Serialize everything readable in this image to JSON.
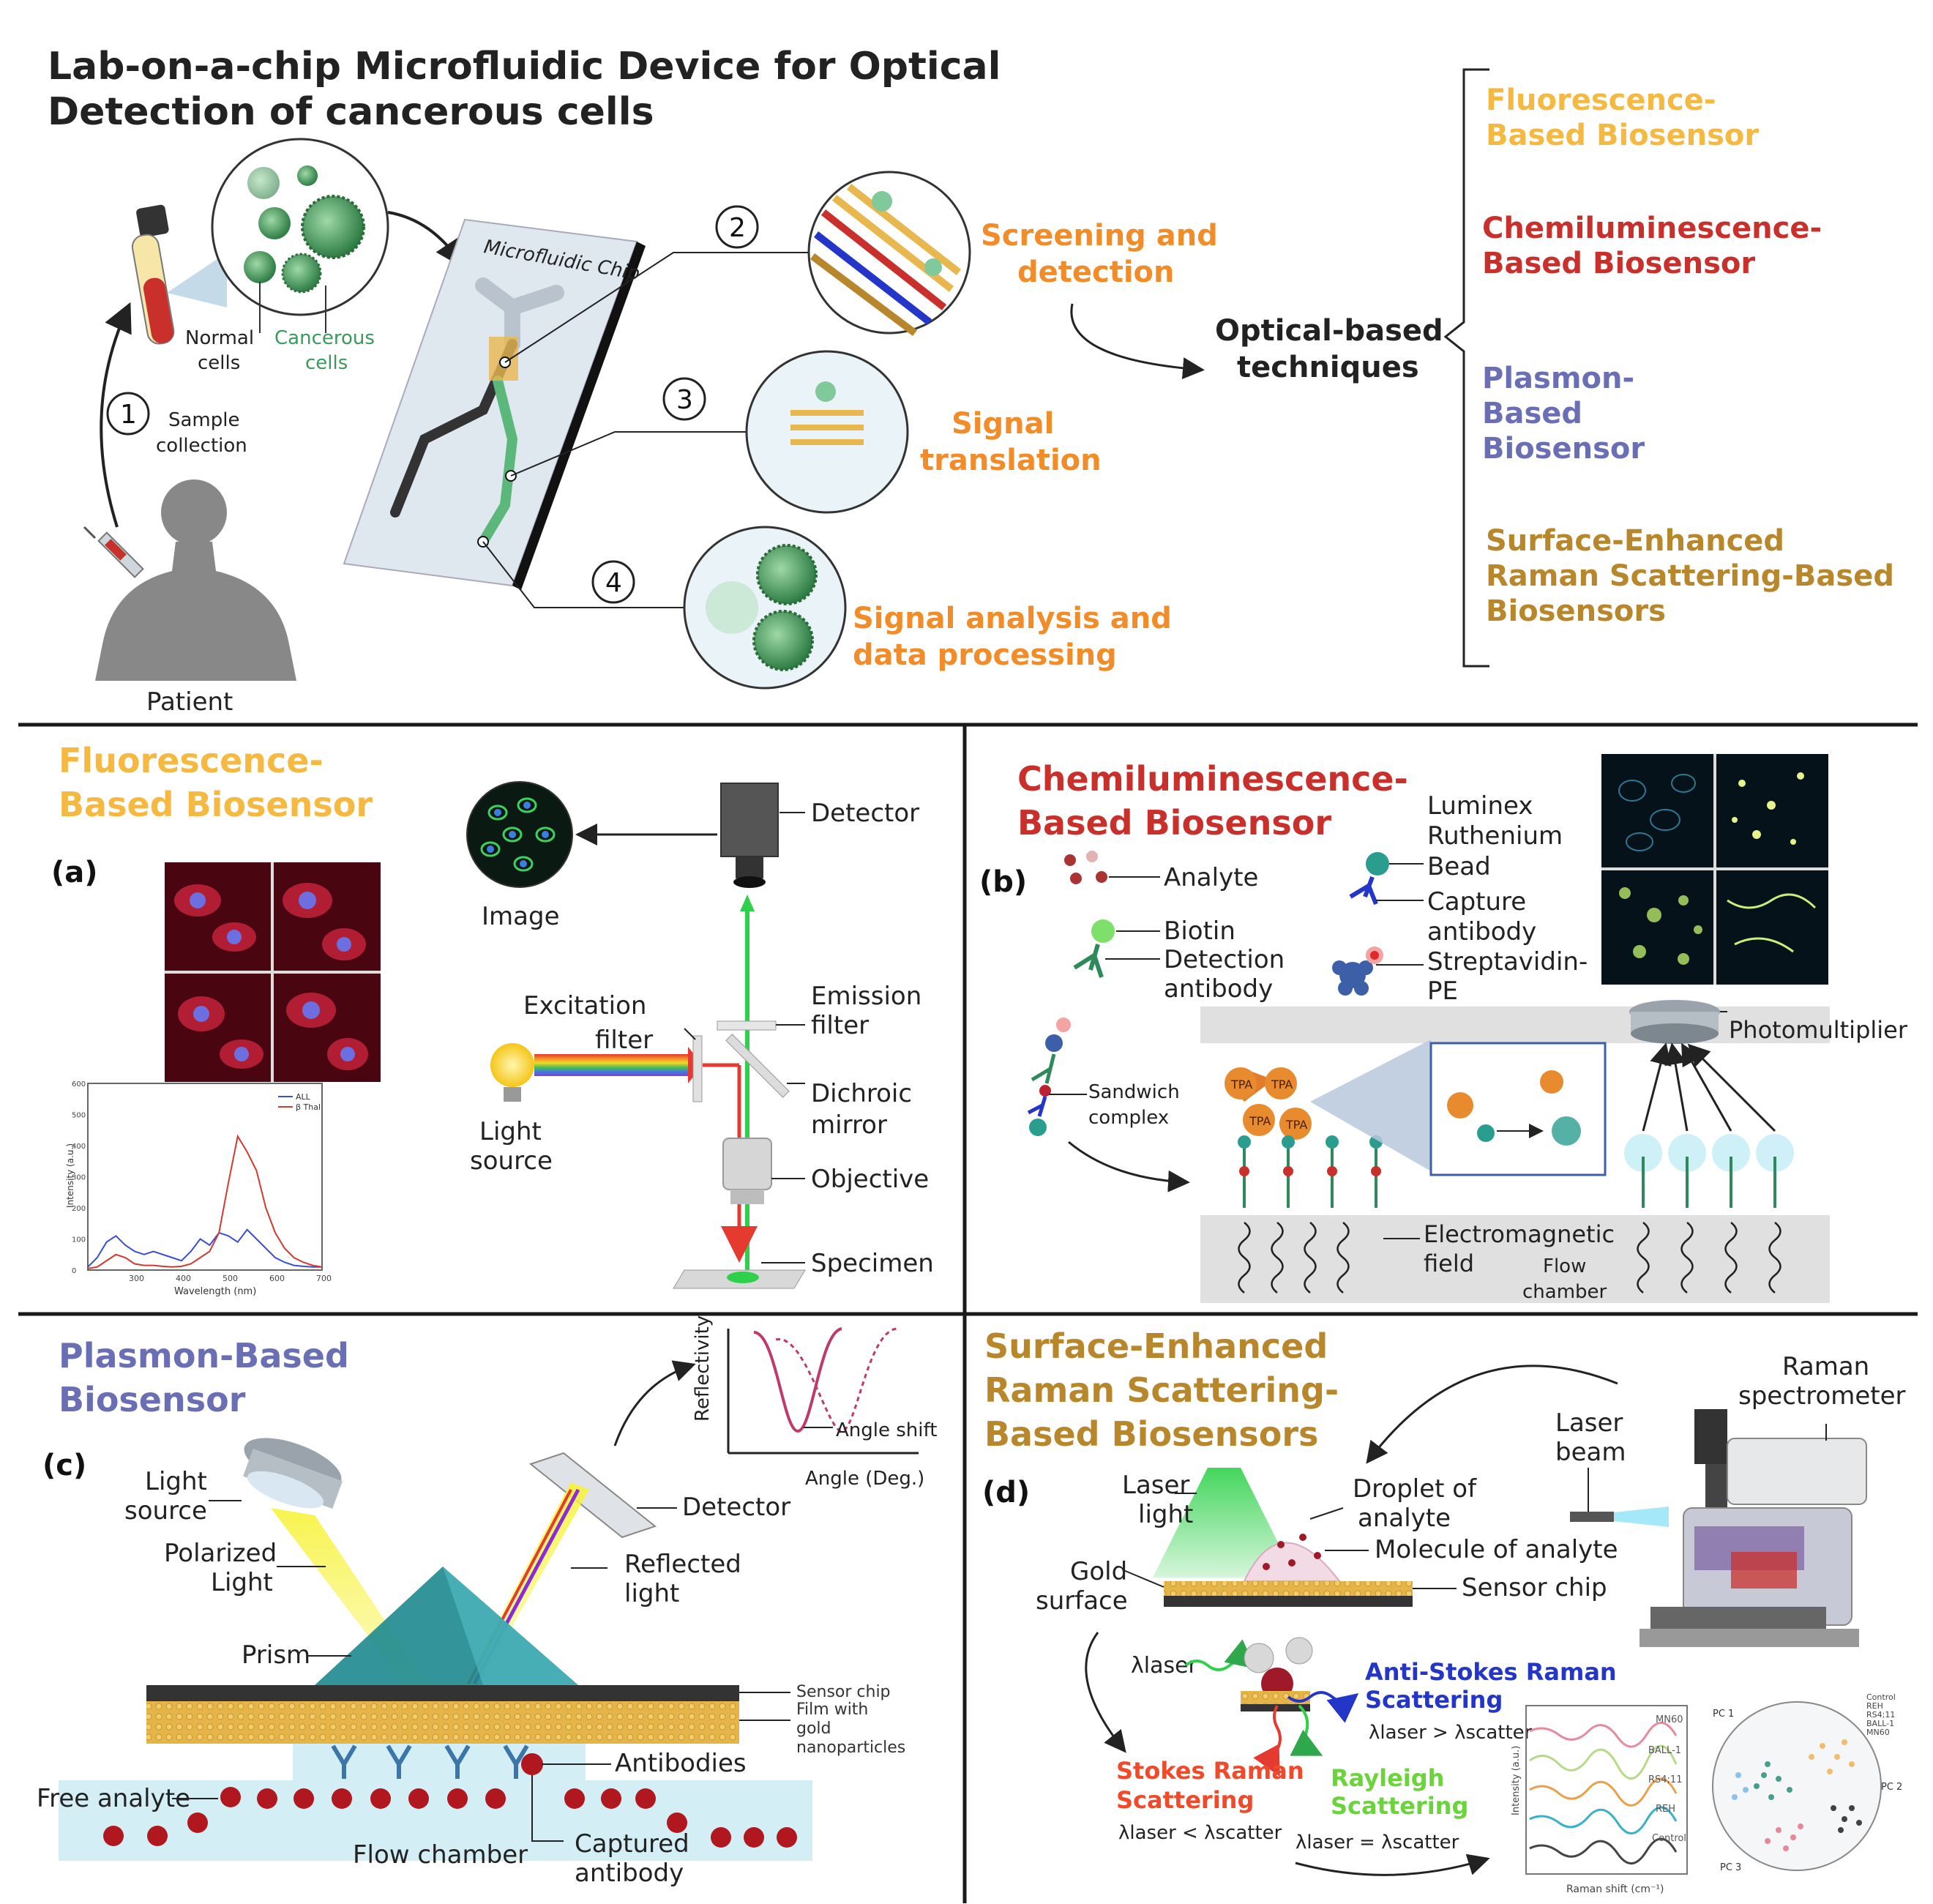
{
  "colors": {
    "fluorescence": "#f5b942",
    "chemiluminescence": "#c9302c",
    "plasmon": "#6a6fb5",
    "sers": "#b8862b",
    "step_orange": "#f28c28",
    "cancer_green": "#3a9a5b",
    "divider": "#1a1a1a"
  },
  "top": {
    "title_line1": "Lab-on-a-chip Microfluidic Device for Optical",
    "title_line2": "Detection of cancerous cells",
    "chip_label": "Microfluidic Chip",
    "normal_cells_1": "Normal",
    "normal_cells_2": "cells",
    "cancer_cells_1": "Cancerous",
    "cancer_cells_2": "cells",
    "step1_num": "1",
    "step1_label_1": "Sample",
    "step1_label_2": "collection",
    "patient": "Patient",
    "step2_num": "2",
    "step2_label_1": "Screening and",
    "step2_label_2": "detection",
    "step3_num": "3",
    "step3_label_1": "Signal",
    "step3_label_2": "translation",
    "step4_num": "4",
    "step4_label_1": "Signal analysis and",
    "step4_label_2": "data processing",
    "optical_1": "Optical-based",
    "optical_2": "techniques",
    "tech_fluor_1": "Fluorescence-",
    "tech_fluor_2": "Based Biosensor",
    "tech_chemi_1": "Chemiluminescence-",
    "tech_chemi_2": "Based Biosensor",
    "tech_plasmon_1": "Plasmon-",
    "tech_plasmon_2": "Based",
    "tech_plasmon_3": "Biosensor",
    "tech_sers_1": "Surface-Enhanced",
    "tech_sers_2": "Raman Scattering-Based",
    "tech_sers_3": "Biosensors"
  },
  "panel_a": {
    "letter": "(a)",
    "title_1": "Fluorescence-",
    "title_2": "Based Biosensor",
    "image": "Image",
    "detector": "Detector",
    "excitation_1": "Excitation",
    "excitation_2": "filter",
    "emission_1": "Emission",
    "emission_2": "filter",
    "dichroic_1": "Dichroic",
    "dichroic_2": "mirror",
    "objective": "Objective",
    "specimen": "Specimen",
    "light_1": "Light",
    "light_2": "source",
    "spectrum_ylabel": "Intensity (a.u.)",
    "spectrum_xlabel": "Wavelength (nm)",
    "legend_1": "ALL",
    "legend_2": "β Thal"
  },
  "chart_data": {
    "type": "line",
    "xlabel": "Wavelength (nm)",
    "ylabel": "Intensity (a.u.)",
    "xlim": [
      200,
      700
    ],
    "ylim": [
      0,
      600
    ],
    "x_ticks": [
      "300",
      "400",
      "500",
      "600",
      "700"
    ],
    "y_ticks": [
      "0",
      "100",
      "200",
      "300",
      "400",
      "500",
      "600"
    ],
    "legend": "top-right",
    "series": [
      {
        "name": "ALL",
        "color": "#3b4fd6",
        "x": [
          200,
          220,
          240,
          260,
          280,
          300,
          320,
          340,
          360,
          380,
          400,
          420,
          440,
          460,
          480,
          500,
          520,
          540,
          560,
          580,
          600,
          620,
          640,
          660,
          680,
          700
        ],
        "y": [
          10,
          40,
          90,
          110,
          80,
          60,
          50,
          60,
          50,
          40,
          30,
          60,
          100,
          80,
          120,
          110,
          90,
          130,
          100,
          70,
          40,
          25,
          15,
          12,
          10,
          10
        ]
      },
      {
        "name": "β Thal",
        "color": "#d23a2f",
        "x": [
          200,
          220,
          240,
          260,
          280,
          300,
          320,
          340,
          360,
          380,
          400,
          420,
          440,
          460,
          480,
          500,
          520,
          540,
          560,
          580,
          600,
          620,
          640,
          660,
          680,
          700
        ],
        "y": [
          5,
          10,
          30,
          50,
          40,
          20,
          15,
          15,
          12,
          10,
          12,
          20,
          40,
          60,
          120,
          280,
          430,
          380,
          320,
          200,
          120,
          70,
          40,
          25,
          15,
          10
        ]
      }
    ]
  },
  "panel_b": {
    "letter": "(b)",
    "title_1": "Chemiluminescence-",
    "title_2": "Based Biosensor",
    "analyte": "Analyte",
    "biotin": "Biotin",
    "detection_1": "Detection",
    "detection_2": "antibody",
    "luminex_1": "Luminex",
    "luminex_2": "Ruthenium",
    "luminex_3": "Bead",
    "capture_1": "Capture",
    "capture_2": "antibody",
    "strept_1": "Streptavidin-",
    "strept_2": "PE",
    "sandwich_1": "Sandwich",
    "sandwich_2": "complex",
    "photomultiplier": "Photomultiplier",
    "em_1": "Electromagnetic",
    "em_2": "field",
    "flow_1": "Flow",
    "flow_2": "chamber",
    "tpa": "TPA"
  },
  "panel_c": {
    "letter": "(c)",
    "title_1": "Plasmon-Based",
    "title_2": "Biosensor",
    "reflectivity": "Reflectivity",
    "angle_shift": "Angle shift",
    "angle_axis": "Angle (Deg.)",
    "light_1": "Light",
    "light_2": "source",
    "detector": "Detector",
    "polarized_1": "Polarized",
    "polarized_2": "Light",
    "reflected_1": "Reflected",
    "reflected_2": "light",
    "prism": "Prism",
    "sensor_chip": "Sensor chip",
    "film_1": "Film with",
    "film_2": "gold",
    "film_3": "nanoparticles",
    "antibodies": "Antibodies",
    "free_analyte": "Free analyte",
    "flow_chamber": "Flow chamber",
    "captured_1": "Captured",
    "captured_2": "antibody"
  },
  "panel_d": {
    "letter": "(d)",
    "title_1": "Surface-Enhanced",
    "title_2": "Raman Scattering-",
    "title_3": "Based Biosensors",
    "raman_1": "Raman",
    "raman_2": "spectrometer",
    "laser_beam_1": "Laser",
    "laser_beam_2": "beam",
    "laser_light_1": "Laser",
    "laser_light_2": "light",
    "droplet_1": "Droplet of",
    "droplet_2": "analyte",
    "molecule": "Molecule of analyte",
    "gold_1": "Gold",
    "gold_2": "surface",
    "sensor_chip": "Sensor chip",
    "lambda_laser": "λlaser",
    "anti_stokes_1": "Anti-Stokes Raman",
    "anti_stokes_2": "Scattering",
    "anti_stokes_eq": "λlaser > λscatter",
    "stokes_1": "Stokes Raman",
    "stokes_2": "Scattering",
    "stokes_eq": "λlaser < λscatter",
    "rayleigh_1": "Rayleigh",
    "rayleigh_2": "Scattering",
    "rayleigh_eq": "λlaser = λscatter",
    "raman_axis": "Raman shift (cm⁻¹)",
    "raman_yaxis": "Intensity (a.u.)",
    "trace_labels": [
      "MN60",
      "BALL-1",
      "RS4;11",
      "REH",
      "Control"
    ],
    "pca_pc1": "PC 1",
    "pca_pc2": "PC 2",
    "pca_pc3": "PC 3",
    "pca_legend": [
      "Control",
      "REH",
      "RS4;11",
      "BALL-1",
      "MN60"
    ]
  }
}
